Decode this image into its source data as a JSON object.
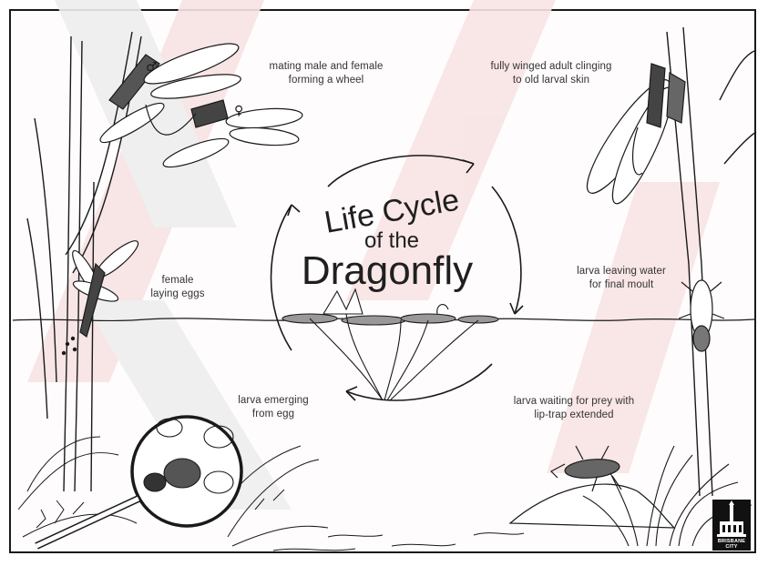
{
  "title": {
    "line1": "Life Cycle",
    "line2": "of the",
    "line3": "Dragonfly"
  },
  "labels": {
    "mating": [
      "mating male and female",
      "forming a wheel"
    ],
    "adult": [
      "fully winged adult clinging",
      "to old larval skin"
    ],
    "laying": [
      "female",
      "laying eggs"
    ],
    "moult": [
      "larva leaving water",
      "for final moult"
    ],
    "emerging": [
      "larva emerging",
      "from egg"
    ],
    "waiting": [
      "larva waiting for prey with",
      "lip-trap extended"
    ]
  },
  "symbols": {
    "male": "♂",
    "female": "♀"
  },
  "logo": {
    "text": "BRISBANE CITY"
  },
  "colors": {
    "line": "#1a1a1a",
    "text": "#333333",
    "watermark_red": "#f6dcdc",
    "watermark_grey": "#ececec"
  }
}
